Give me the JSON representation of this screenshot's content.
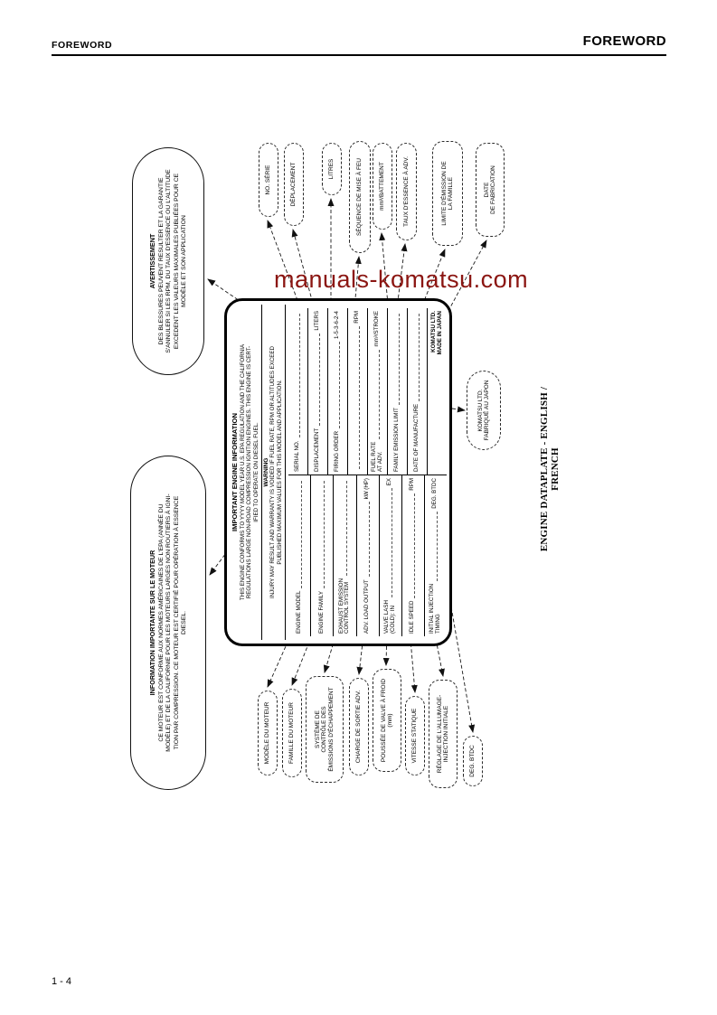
{
  "header": {
    "left_title": "FOREWORD",
    "right_title": "FOREWORD"
  },
  "footer": {
    "page_number": "1 - 4"
  },
  "watermark": {
    "text": "manuals-komatsu.com",
    "color": "#8b1612"
  },
  "figure": {
    "caption": "ENGINE DATAPLATE - ENGLISH / FRENCH",
    "french_warning": {
      "title": "AVERTISSEMENT",
      "body": "DES BLESSURES PEUVENT RESULTER ET LA GARANTIE\nS'ANNULER SI LES RPM, DU TAUX D'ESSENCE OU L'ALTITUDE\nEXCEDENT LES VALEURS MAXIMALES PUBLIÉES POUR CE\nMODÈLE ET SON APPLICATION"
    },
    "french_info": {
      "title": "INFORMATION IMPORTANTE SUR LE MOTEUR",
      "body": "CE MOTEUR EST CONFORME AUX NORMES AMÉRICAINES DE L'EPA (ANNÉE DU\nMODÈLE) ET DE LA CALIFORNIE POUR LES MOTEURS LARGES NON ROUTIERS À IGNI-\nTION PAR COMPRESSION. CE MOTEUR EST CERTIFIÉ POUR OPÉRATION À ESSENCE\nDIESEL."
    },
    "plate": {
      "title": "IMPORTANT ENGINE INFORMATION",
      "certification": "THIS ENGINE CONFORMS TO YYYY MODEL YEAR U.S. EPA REGULATION AND THE CALIFORNIA\nREGULATIONS LARGE NON-ROAD COMPRESSION IGNITION ENGINES. THIS ENGINE IS CERT-\nIFIED TO OPERATE ON DIESEL FUEL.",
      "warning_title": "WARNING",
      "warning": "INJURY MAY RESULT AND WARRANTY IS VOIDED IF FUEL RATE, RPM OR ALTITUDES EXCEED\nPUBLISHED MAXIMUM VALUES FOR THIS MODEL AND APPLICATION.",
      "left_rows": [
        {
          "label": "ENGINE MODEL",
          "unit": ""
        },
        {
          "label": "ENGINE FAMILY",
          "unit": ""
        },
        {
          "label": "EXHAUST EMISSION\nCONTROL SYSTEM",
          "unit": ""
        },
        {
          "label": "ADV. LOAD OUTPUT",
          "unit": "kW (HP)"
        },
        {
          "label": "VALVE LASH\n(COLD):  IN",
          "unit": "EX"
        },
        {
          "label": "IDLE SPEED",
          "unit": "RPM"
        },
        {
          "label": "INITIAL INJECTION\nTIMING",
          "unit": "DEG. BTDC"
        }
      ],
      "right_rows": [
        {
          "label": "SERIAL NO.",
          "unit": ""
        },
        {
          "label": "DISPLACEMENT",
          "unit": "LITERS"
        },
        {
          "label": "FIRING ORDER",
          "unit": "1-5-3-6-2-4"
        },
        {
          "label": "",
          "unit": "RPM"
        },
        {
          "label": "FUEL RATE\nAT ADV.",
          "unit": "mm³/STROKE"
        },
        {
          "label": "FAMILY EMISSION LIMIT",
          "unit": ""
        },
        {
          "label": "DATE OF MANUFACTURE",
          "unit": ""
        },
        {
          "label": "KOMATSU LTD.\nMADE IN JAPAN",
          "unit": ""
        }
      ]
    },
    "callouts_right": {
      "serial": "NO. SÉRIE",
      "displacement": "DÉPLACEMENT",
      "liters": "LITRES",
      "firing": "SÉQUENCE DE MISE À FEU",
      "mm3": "mm³/BATTEMENT",
      "fuel_rate": "TAUX D'ESSENCE À ADV.",
      "emission": "LIMITE D'ÉMISSION DE\nLA FAMILLE",
      "date": "DATE\nDE FABRICATION"
    },
    "callouts_left": {
      "model": "MODÈLE DU MOTEUR",
      "family": "FAMILLE DU MOTEUR",
      "system": "SYSTÈME DE\nCONTRÔLE DES\nÉMISSIONS D'ÉCHAPPEMENT",
      "output": "CHARGE DE SORTIE ADV.",
      "valve": "POUSSÉE DE VALVE À FROID\n(mm)",
      "idle": "VITESSE STATIQUE",
      "timing": "RÉGLAGE DE L'ALLUMAGE-\nINJECTION INITIALE",
      "btdc": "DEG. BTDC"
    },
    "komatsu_bubble": "KOMATSU LTD.\nFABRIQUÉ AU JAPON"
  }
}
